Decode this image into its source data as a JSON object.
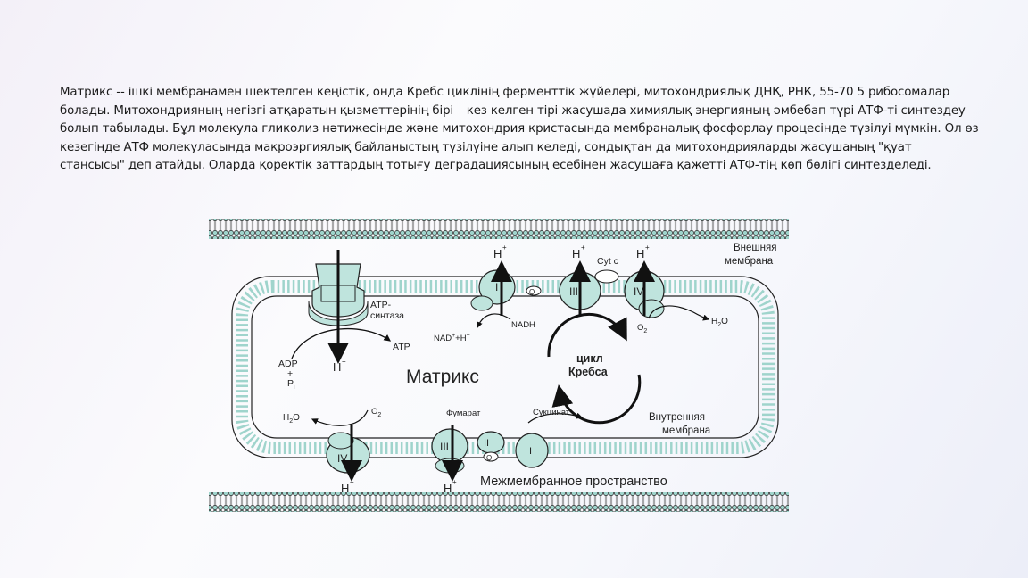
{
  "paragraph": "Матрикс -- ішкі мембранамен шектелген кеңістік, онда Кребс циклінің ферменттік жүйелері, митохондриялық ДНҚ, РНК, 55-70 5 рибосомалар болады. Митохондрияның негізгі атқаратын қызметтерінің бірі – кез келген тірі жасушада химиялық энергияның әмбебап түрі АТФ-ті синтездеу болып табылады. Бұл молекула гликолиз нәтижесінде және митохондрия кристасында мембраналық фосфорлау процесінде түзілуі мүмкін. Ол өз кезегінде АТФ молекуласында макроэргиялық байланыстың түзілуіне алып келеді, сондықтан да митохондрияларды жасушаның \"қуат стансысы\" деп атайды. Оларда қоректік заттардың тотығу деградациясының есебінен жасушаға қажетті АТФ-тің көп бөлігі синтезделеді.",
  "diagram": {
    "outer_membrane_label": [
      "Внешняя",
      "мембрана"
    ],
    "inner_membrane_label": [
      "Внутренняя",
      "мембрана"
    ],
    "matrix_label": "Матрикс",
    "intermembrane_label": "Межмембранное пространство",
    "atp_synthase_label": [
      "ATP-",
      "синтаза"
    ],
    "atp": "ATP",
    "adp": [
      "ADP",
      "+",
      "P"
    ],
    "adp_sub": "i",
    "h_plus": "H",
    "plus": "+",
    "cyt_c": "Cyt c",
    "nadh": "NADH",
    "nad": "NAD",
    "nad_suffix": "+H",
    "h2o": "H",
    "h2o_sub": "2",
    "h2o_tail": "O",
    "o2": "O",
    "o2_sub": "2",
    "krebs": [
      "цикл",
      "Кребса"
    ],
    "fumarate": "Фумарат",
    "succinate": "Сукцинат",
    "complex_I": "I",
    "complex_II": "II",
    "complex_III": "III",
    "complex_IV": "IV",
    "q": "Q"
  },
  "colors": {
    "protein_fill": "#bfe4dd",
    "membrane_dot": "#9fd4cc",
    "stroke": "#222222"
  }
}
